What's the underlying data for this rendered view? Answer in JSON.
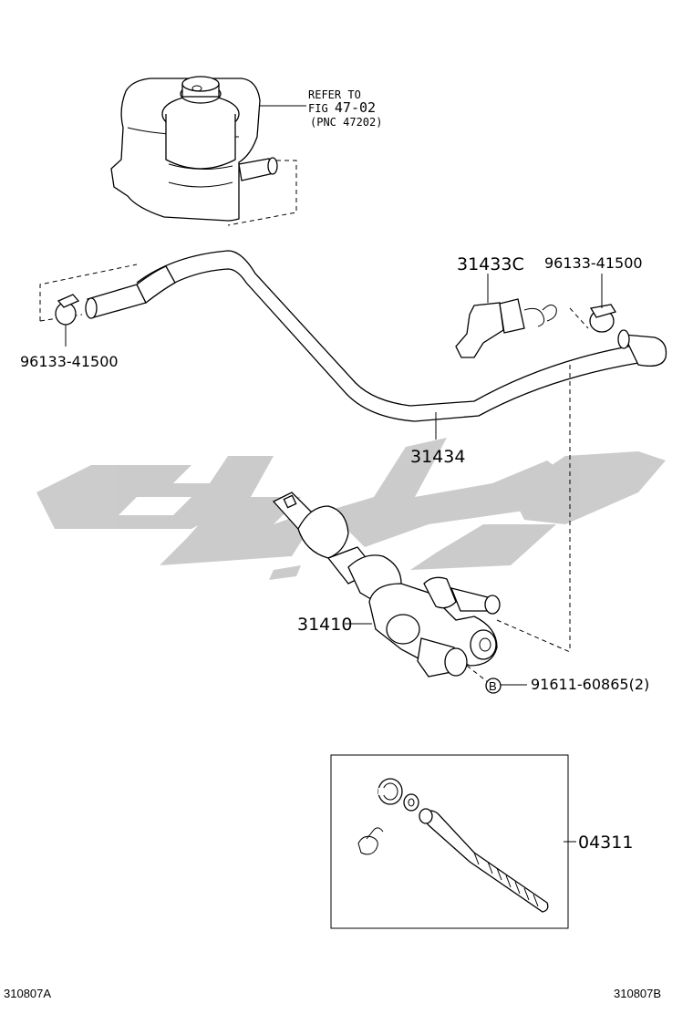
{
  "refer": {
    "line1": "REFER TO",
    "line2_prefix": "FIG ",
    "line2_fig": "47-02",
    "line3": "(PNC 47202)"
  },
  "callouts": {
    "clamp_left": "96133-41500",
    "clamp_right": "96133-41500",
    "bracket": "31433C",
    "hose": "31434",
    "master_cylinder": "31410",
    "bolt_marker": "B",
    "bolt": "91611-60865(2)",
    "kit": "04311"
  },
  "footer": {
    "left_code": "310807A",
    "right_code": "310807B"
  },
  "watermark": {
    "color": "#c9c9c9"
  }
}
